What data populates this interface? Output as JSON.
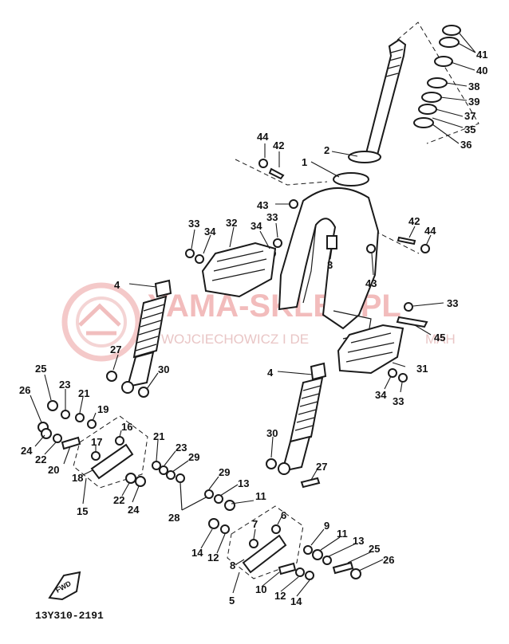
{
  "watermark": {
    "brand": "YAMA-SKLEP.PL",
    "subtitle": "WOJCIECHOWICZ I DE",
    "subtitle_tail": "MAH",
    "color": "#f2bcbc"
  },
  "diagram": {
    "code": "13Y310-2191",
    "fwd_label": "FWD"
  },
  "callouts": [
    {
      "id": "c41",
      "text": "41"
    },
    {
      "id": "c40",
      "text": "40"
    },
    {
      "id": "c38",
      "text": "38"
    },
    {
      "id": "c39",
      "text": "39"
    },
    {
      "id": "c37",
      "text": "37"
    },
    {
      "id": "c35",
      "text": "35"
    },
    {
      "id": "c36",
      "text": "36"
    },
    {
      "id": "c2",
      "text": "2"
    },
    {
      "id": "c1",
      "text": "1"
    },
    {
      "id": "c44a",
      "text": "44"
    },
    {
      "id": "c42a",
      "text": "42"
    },
    {
      "id": "c43a",
      "text": "43"
    },
    {
      "id": "c33a",
      "text": "33"
    },
    {
      "id": "c34a",
      "text": "34"
    },
    {
      "id": "c32",
      "text": "32"
    },
    {
      "id": "c33b",
      "text": "33"
    },
    {
      "id": "c34b",
      "text": "34"
    },
    {
      "id": "c42b",
      "text": "42"
    },
    {
      "id": "c44b",
      "text": "44"
    },
    {
      "id": "c3",
      "text": "3"
    },
    {
      "id": "c43b",
      "text": "43"
    },
    {
      "id": "c4a",
      "text": "4"
    },
    {
      "id": "c33c",
      "text": "33"
    },
    {
      "id": "c45",
      "text": "45"
    },
    {
      "id": "c27a",
      "text": "27"
    },
    {
      "id": "c30a",
      "text": "30"
    },
    {
      "id": "c31",
      "text": "31"
    },
    {
      "id": "c4b",
      "text": "4"
    },
    {
      "id": "c34c",
      "text": "34"
    },
    {
      "id": "c33d",
      "text": "33"
    },
    {
      "id": "c25a",
      "text": "25"
    },
    {
      "id": "c23a",
      "text": "23"
    },
    {
      "id": "c26a",
      "text": "26"
    },
    {
      "id": "c21a",
      "text": "21"
    },
    {
      "id": "c19",
      "text": "19"
    },
    {
      "id": "c16",
      "text": "16"
    },
    {
      "id": "c24a",
      "text": "24"
    },
    {
      "id": "c22a",
      "text": "22"
    },
    {
      "id": "c17",
      "text": "17"
    },
    {
      "id": "c20",
      "text": "20"
    },
    {
      "id": "c18",
      "text": "18"
    },
    {
      "id": "c21b",
      "text": "21"
    },
    {
      "id": "c23b",
      "text": "23"
    },
    {
      "id": "c29a",
      "text": "29"
    },
    {
      "id": "c30b",
      "text": "30"
    },
    {
      "id": "c27b",
      "text": "27"
    },
    {
      "id": "c15",
      "text": "15"
    },
    {
      "id": "c22b",
      "text": "22"
    },
    {
      "id": "c24b",
      "text": "24"
    },
    {
      "id": "c28",
      "text": "28"
    },
    {
      "id": "c29b",
      "text": "29"
    },
    {
      "id": "c13a",
      "text": "13"
    },
    {
      "id": "c11a",
      "text": "11"
    },
    {
      "id": "c7",
      "text": "7"
    },
    {
      "id": "c6",
      "text": "6"
    },
    {
      "id": "c9",
      "text": "9"
    },
    {
      "id": "c11b",
      "text": "11"
    },
    {
      "id": "c13b",
      "text": "13"
    },
    {
      "id": "c14a",
      "text": "14"
    },
    {
      "id": "c12a",
      "text": "12"
    },
    {
      "id": "c25b",
      "text": "25"
    },
    {
      "id": "c26b",
      "text": "26"
    },
    {
      "id": "c8",
      "text": "8"
    },
    {
      "id": "c10",
      "text": "10"
    },
    {
      "id": "c12b",
      "text": "12"
    },
    {
      "id": "c14b",
      "text": "14"
    },
    {
      "id": "c5",
      "text": "5"
    }
  ]
}
